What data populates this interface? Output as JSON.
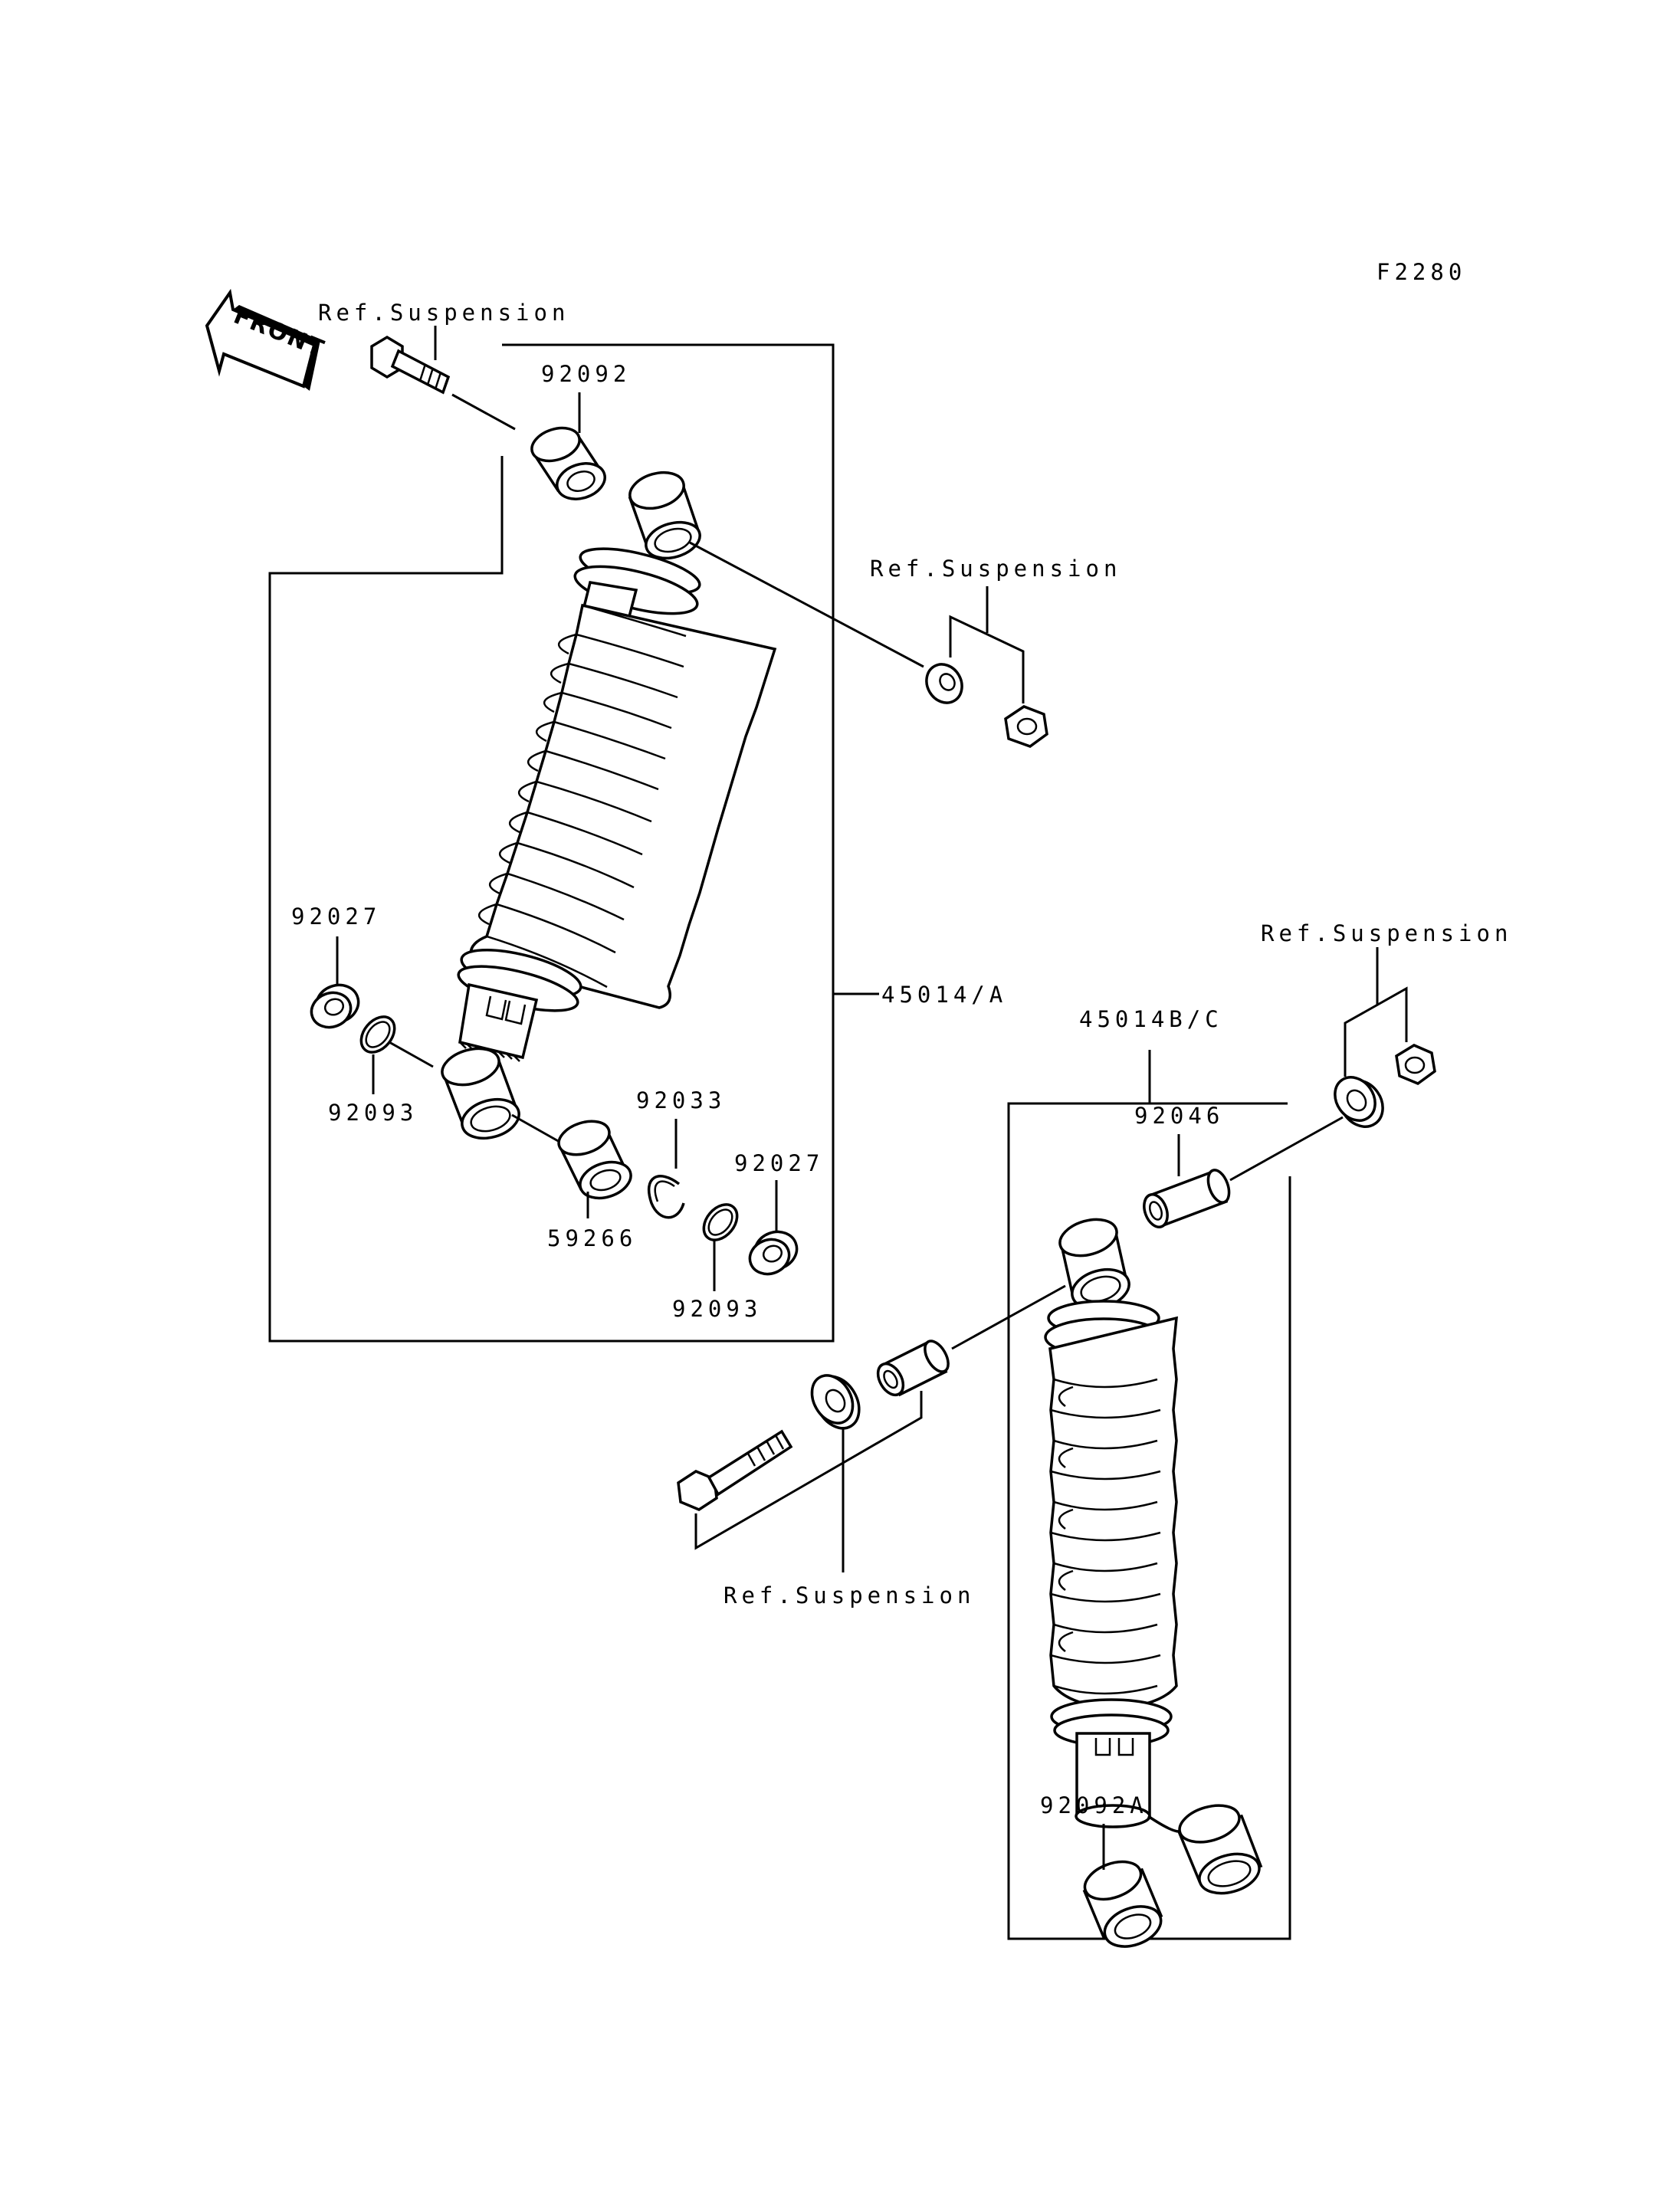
{
  "figure_code": "F2280",
  "front_label": "FRONT",
  "refs": {
    "top_bolt": "Ref.Suspension",
    "upper_right": "Ref.Suspension",
    "far_right": "Ref.Suspension",
    "lower_middle": "Ref.Suspension"
  },
  "parts": {
    "p92092": "92092",
    "p92027_left": "92027",
    "p92093_left": "92093",
    "p92033": "92033",
    "p92027_right": "92027",
    "p59266": "59266",
    "p92093_lower": "92093",
    "p45014A": "45014/A",
    "p45014BC": "45014B/C",
    "p92046": "92046",
    "p92092A": "92092A"
  }
}
